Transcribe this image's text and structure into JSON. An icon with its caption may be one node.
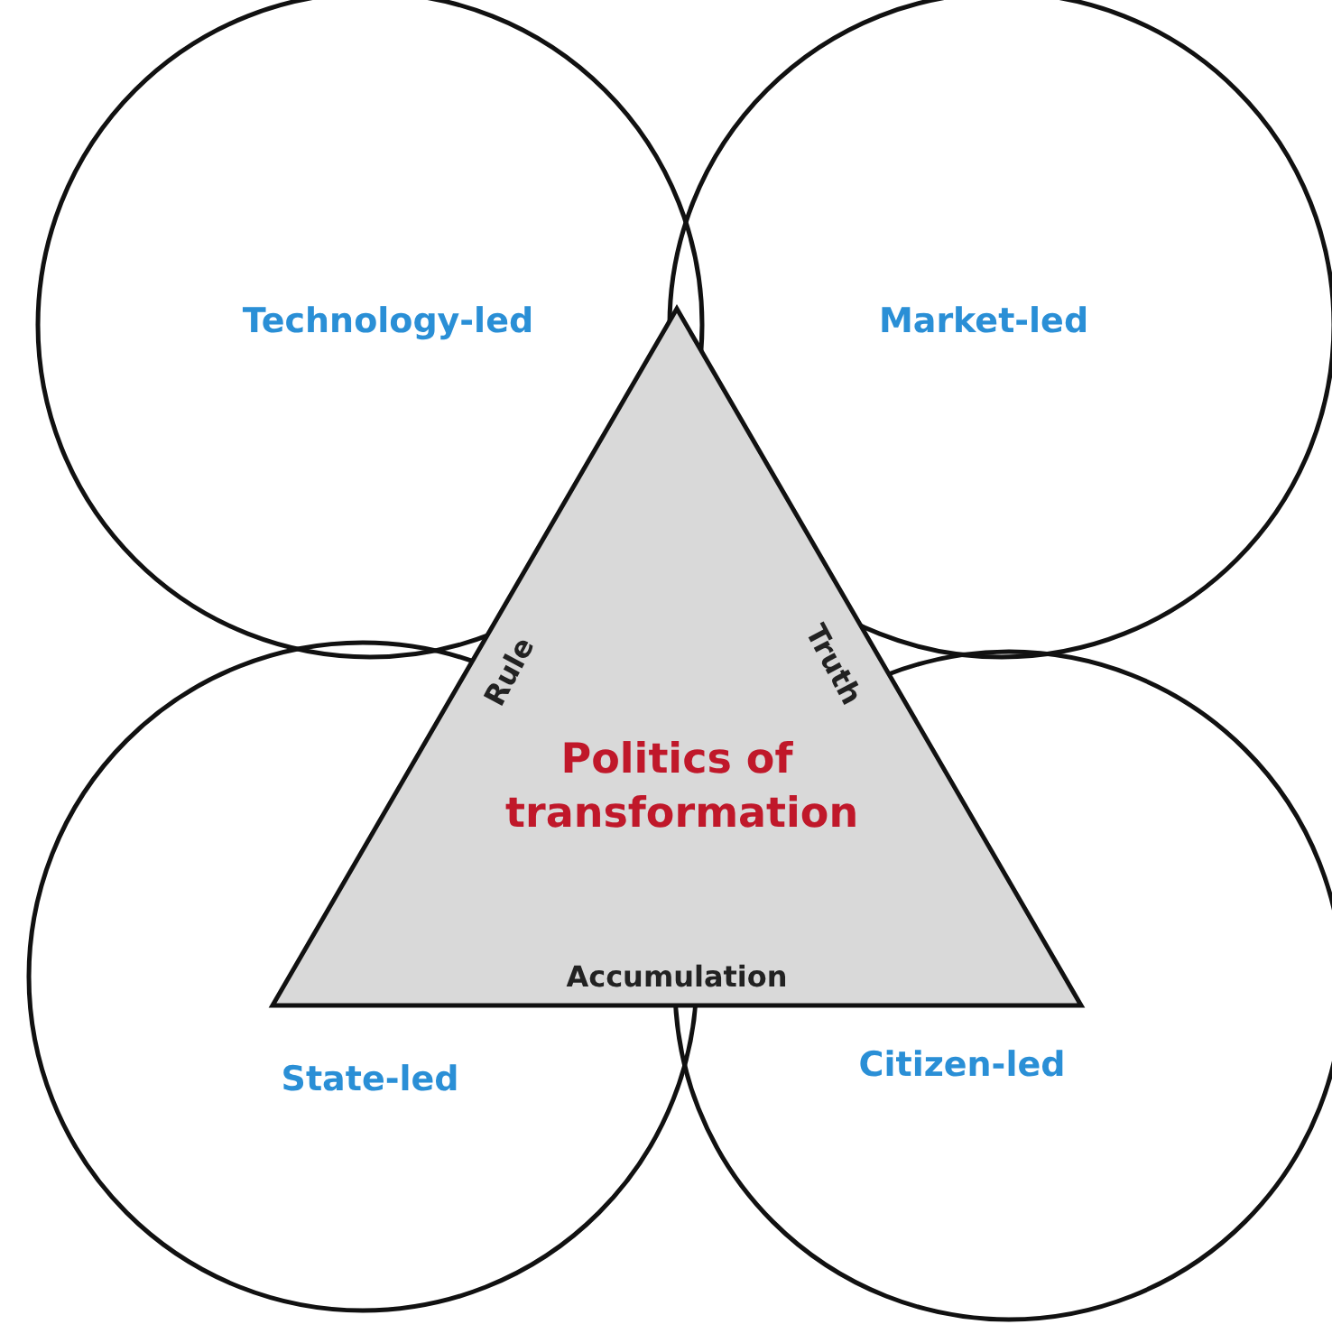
{
  "diagram": {
    "nodes": [
      {
        "text": [
          "Technology-led"
        ]
      },
      {
        "text": [
          "Market-led"
        ]
      },
      {
        "text": [
          "State-led"
        ]
      },
      {
        "text": [
          "Citizen-led"
        ]
      },
      {
        "text": [
          "Politics of transformation"
        ]
      }
    ],
    "labels": [
      "Rule",
      "Truth",
      "Accumulation"
    ]
  }
}
